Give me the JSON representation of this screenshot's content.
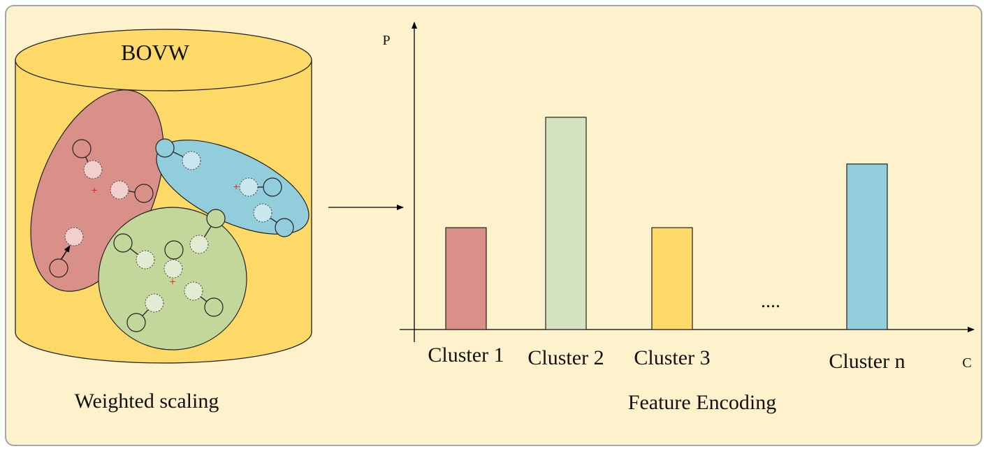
{
  "cylinder": {
    "label": "BOVW",
    "caption": "Weighted scaling"
  },
  "chart": {
    "caption": "Feature Encoding",
    "y_axis_label": "P",
    "x_axis_label": "C",
    "ellipsis": "....",
    "categories": [
      "Cluster 1",
      "Cluster 2",
      "Cluster 3",
      "Cluster n"
    ]
  },
  "chart_data": {
    "type": "bar",
    "categories": [
      "Cluster 1",
      "Cluster 2",
      "Cluster 3",
      "Cluster n"
    ],
    "values": [
      48,
      100,
      48,
      78
    ],
    "xlabel": "C",
    "ylabel": "P",
    "grid": false,
    "colors": [
      "#d99089",
      "#d6e3c0",
      "#fdd968",
      "#92cddc"
    ]
  },
  "colors": {
    "panel_background": "#fef2cc",
    "panel_border": "#a6a6a6",
    "cylinder": "#fdd968",
    "cluster_red": "#d99089",
    "cluster_blue": "#92cddc",
    "cluster_green": "#c4d79b",
    "centroid": "#ff0000"
  }
}
